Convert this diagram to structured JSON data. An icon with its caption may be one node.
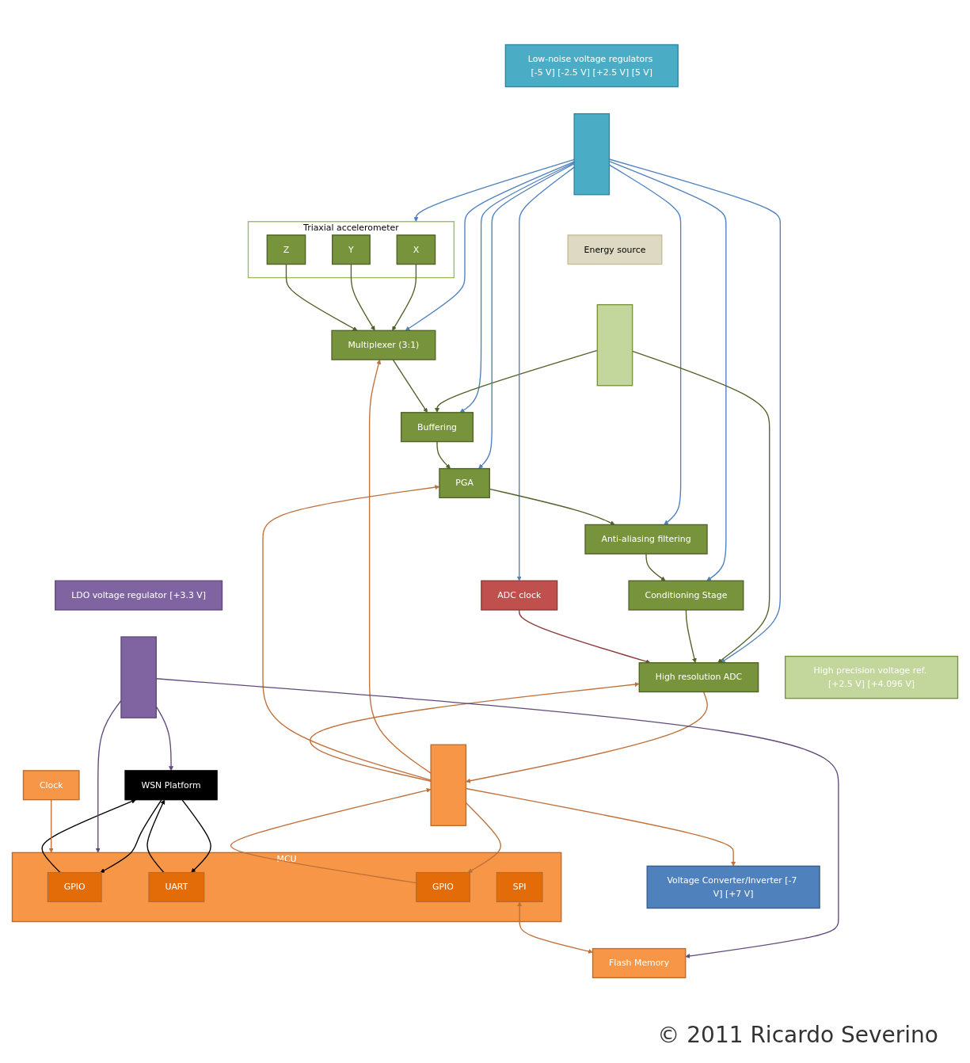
{
  "diagram": {
    "nodes": [
      {
        "text": [
          "Energy source"
        ]
      },
      {
        "text": [
          "Voltage Converter/Inverter [-7 V] [+7 V]"
        ]
      },
      {
        "text": [
          "Low-noise voltage regulators [-5 V] [-2.5 V] [+2.5 V] [5 V]"
        ]
      },
      {
        "text": [
          "High precision voltage ref. [+2.5 V] [+4.096 V]"
        ]
      },
      {
        "text": [
          "LDO voltage regulator [+3.3 V]"
        ]
      },
      {
        "text": [
          "Triaxial accelerometer"
        ]
      },
      {
        "text": [
          "X"
        ],
        "in": 5
      },
      {
        "text": [
          "Y"
        ],
        "in": 5
      },
      {
        "text": [
          "Z"
        ],
        "in": 5
      },
      {
        "text": [],
        "shape": "bar"
      },
      {
        "text": [],
        "shape": "bar"
      },
      {
        "text": [
          "Multiplexer (3:1)"
        ]
      },
      {
        "text": [
          "Buffering"
        ]
      },
      {
        "text": [
          "PGA"
        ]
      },
      {
        "text": [
          "Anti-aliasing filtering"
        ]
      },
      {
        "text": [
          "Conditioning Stage"
        ]
      },
      {
        "text": [
          "High resolution ADC"
        ]
      },
      {
        "text": [
          "ADC clock"
        ]
      },
      {
        "text": [],
        "shape": "bar"
      },
      {
        "text": [
          "WSN Platform"
        ]
      },
      {
        "text": [
          "MCU"
        ]
      },
      {
        "text": [
          "GPIO"
        ],
        "in": 20
      },
      {
        "text": [
          "UART"
        ],
        "in": 20
      },
      {
        "text": [
          "GPIO"
        ],
        "in": 20
      },
      {
        "text": [
          "SPI"
        ],
        "in": 20
      },
      {
        "text": [
          "Clock"
        ]
      },
      {
        "text": [
          "Flash Memory"
        ]
      },
      {
        "text": [],
        "shape": "bar"
      }
    ],
    "edges": [
      {
        "from": 10,
        "to": 5,
        "arrow": "to",
        "color": "#4f81bd"
      },
      {
        "from": 10,
        "to": 11,
        "arrow": "to",
        "color": "#4f81bd"
      },
      {
        "from": 10,
        "to": 12,
        "arrow": "to",
        "color": "#4f81bd"
      },
      {
        "from": 9,
        "to": 12,
        "arrow": "to"
      },
      {
        "from": 10,
        "to": 13,
        "arrow": "to",
        "color": "#4f81bd"
      },
      {
        "from": 10,
        "to": 14,
        "arrow": "to",
        "color": "#4f81bd"
      },
      {
        "from": 10,
        "to": 15,
        "arrow": "to",
        "color": "#4f81bd"
      },
      {
        "from": 10,
        "to": 16,
        "arrow": "to",
        "color": "#4f81bd"
      },
      {
        "from": 9,
        "to": 16,
        "arrow": "to"
      },
      {
        "from": 10,
        "to": 17,
        "arrow": "to",
        "color": "#4f81bd"
      },
      {
        "from": 6,
        "to": 11,
        "arrow": "to"
      },
      {
        "from": 7,
        "to": 11,
        "arrow": "to"
      },
      {
        "from": 8,
        "to": 11,
        "arrow": "to"
      },
      {
        "from": 11,
        "to": 12,
        "arrow": "to"
      },
      {
        "from": 12,
        "to": 13,
        "arrow": "to"
      },
      {
        "from": 13,
        "to": 14,
        "arrow": "to"
      },
      {
        "from": 14,
        "to": 15,
        "arrow": "to"
      },
      {
        "from": 15,
        "to": 16,
        "arrow": "to"
      },
      {
        "from": 17,
        "to": 16,
        "arrow": "to",
        "color": "#8c3836"
      },
      {
        "from": 18,
        "to": 11,
        "arrow": "to",
        "color": "#c0703a"
      },
      {
        "from": 18,
        "to": 13,
        "arrow": "to",
        "color": "#c0703a"
      },
      {
        "from": 18,
        "to": 16,
        "arrow": "to",
        "color": "#c0703a"
      },
      {
        "from": 16,
        "to": 18,
        "arrow": "to",
        "color": "#c0703a"
      },
      {
        "from": 18,
        "to": 1,
        "arrow": "to",
        "color": "#c0703a"
      },
      {
        "from": 23,
        "to": 18,
        "arrow": "to",
        "color": "#c0703a"
      },
      {
        "from": 18,
        "to": 23,
        "arrow": "to",
        "color": "#c0703a"
      },
      {
        "from": 21,
        "to": 19,
        "arrow": "to",
        "color": "#000000"
      },
      {
        "from": 19,
        "to": 21,
        "arrow": "to",
        "color": "#000000"
      },
      {
        "from": 22,
        "to": 19,
        "arrow": "to",
        "color": "#000000"
      },
      {
        "from": 19,
        "to": 22,
        "arrow": "to",
        "color": "#000000"
      },
      {
        "from": 27,
        "to": 19,
        "arrow": "to",
        "color": "#604a7b"
      },
      {
        "from": 27,
        "to": 20,
        "arrow": "to",
        "color": "#604a7b"
      },
      {
        "from": 27,
        "to": 26,
        "arrow": "to",
        "color": "#604a7b"
      },
      {
        "from": 25,
        "to": 20,
        "arrow": "to",
        "color": "#c0703a"
      },
      {
        "from": 24,
        "to": 26,
        "arrow": "both",
        "color": "#c0703a"
      }
    ],
    "labels": [
      "© 2011 Ricardo Severino"
    ]
  }
}
